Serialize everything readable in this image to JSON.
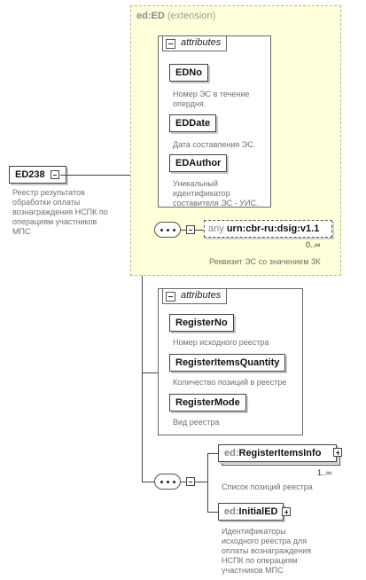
{
  "root": {
    "name": "ED238",
    "description": [
      "Реестр результатов",
      "обработки оплаты",
      "вознаграждения НСПК по",
      "операциям участников",
      "МПС"
    ]
  },
  "extension": {
    "prefix": "ed:",
    "name": "ED",
    "suffix": " (extension)"
  },
  "attr_group_1": {
    "title": "attributes",
    "items": [
      {
        "name": "EDNo",
        "desc": [
          "Номер ЭС в течение",
          "опердня."
        ]
      },
      {
        "name": "EDDate",
        "desc": [
          "Дата составления ЭС."
        ]
      },
      {
        "name": "EDAuthor",
        "desc": [
          "Уникальный",
          "идентификатор",
          "составителя ЭС - УИС."
        ]
      }
    ]
  },
  "any": {
    "label": "any",
    "namespace": "urn:cbr-ru:dsig:v1.1",
    "card": "0..∞",
    "desc": "Реквизит ЭС со значением ЗК"
  },
  "attr_group_2": {
    "title": "attributes",
    "items": [
      {
        "name": "RegisterNo",
        "desc": [
          "Номер исходного реестра"
        ]
      },
      {
        "name": "RegisterItemsQuantity",
        "desc": [
          "Количество позиций в реестре"
        ]
      },
      {
        "name": "RegisterMode",
        "desc": [
          "Вид реестра"
        ]
      }
    ]
  },
  "children": [
    {
      "prefix": "ed:",
      "name": "RegisterItemsInfo",
      "card": "1..∞",
      "desc": [
        "Список позиций реестра"
      ]
    },
    {
      "prefix": "ed:",
      "name": "InitialED",
      "desc": [
        "Идентификаторы",
        "исходного реестра для",
        "оплаты вознаграждения",
        "НСПК по операциям",
        "участников МПС"
      ]
    }
  ]
}
